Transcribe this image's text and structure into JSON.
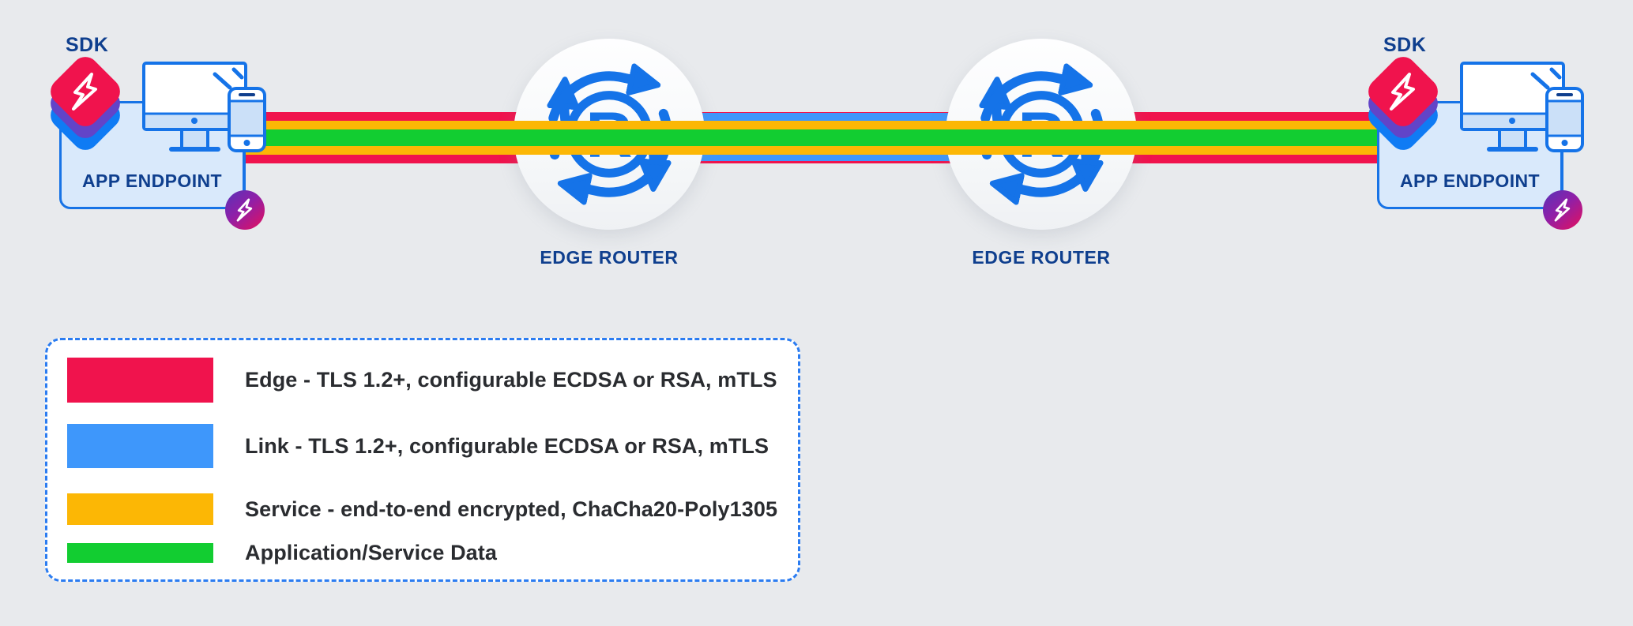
{
  "colors": {
    "background": "#E8EAED",
    "edge": "#F0134D",
    "link": "#3E97FB",
    "service": "#FCB705",
    "app_data": "#12CD31",
    "icon_blue": "#1573E8",
    "navy_text": "#0F3F8E",
    "endpoint_fill": "#D9E9FB",
    "sdk_layer_red": "#F0134D",
    "sdk_layer_purple": "#6244C8",
    "sdk_layer_blue": "#0F7BF4"
  },
  "endpoints": {
    "left": {
      "sdk_label": "SDK",
      "box_label": "APP ENDPOINT"
    },
    "right": {
      "sdk_label": "SDK",
      "box_label": "APP ENDPOINT"
    }
  },
  "routers": {
    "left": {
      "label": "EDGE ROUTER",
      "letter": "R"
    },
    "right": {
      "label": "EDGE ROUTER",
      "letter": "R"
    }
  },
  "legend": {
    "items": [
      {
        "name": "edge",
        "color": "#F0134D",
        "label": "Edge - TLS 1.2+, configurable ECDSA or RSA, mTLS"
      },
      {
        "name": "link",
        "color": "#3E97FB",
        "label": "Link - TLS 1.2+, configurable ECDSA or RSA, mTLS"
      },
      {
        "name": "service",
        "color": "#FCB705",
        "label": "Service - end-to-end encrypted, ChaCha20-Poly1305"
      },
      {
        "name": "application_service_data",
        "color": "#12CD31",
        "label": "Application/Service Data"
      }
    ]
  }
}
